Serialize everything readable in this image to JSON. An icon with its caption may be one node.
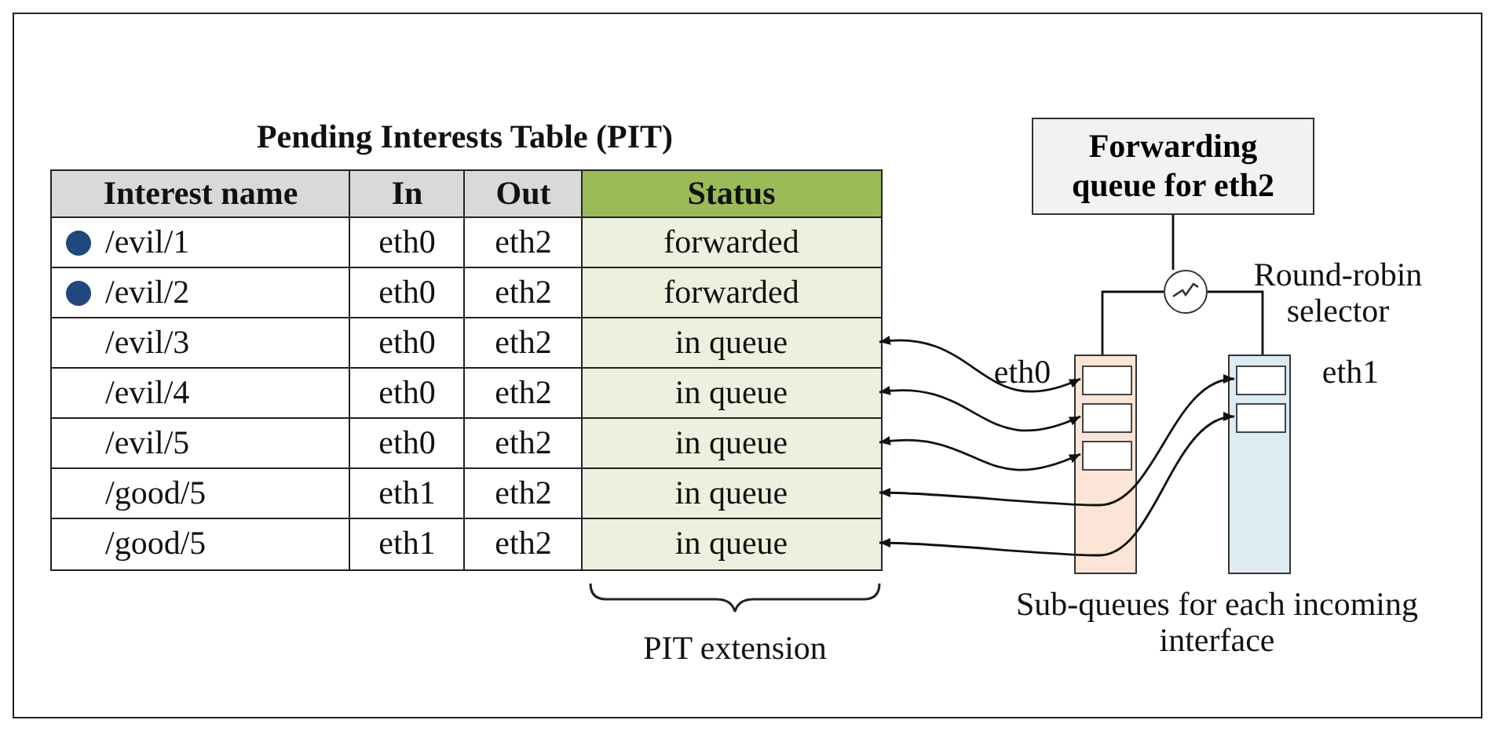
{
  "diagram": {
    "nodes": [
      {
        "text": [
          "in queue"
        ]
      },
      {
        "text": [
          "in queue"
        ]
      },
      {
        "text": [
          "in queue"
        ]
      },
      {
        "text": [
          "in queue"
        ]
      },
      {
        "text": [
          "in queue"
        ]
      },
      {
        "text": [
          "Forwarding queue for eth2"
        ]
      },
      {
        "text": [],
        "shape": "circle",
        "beside": [
          "Round-robin selector"
        ]
      },
      {
        "text": [],
        "shape": "bar",
        "beside": [
          "eth0"
        ]
      },
      {
        "text": [],
        "shape": "box",
        "in": 7
      },
      {
        "text": [],
        "shape": "box",
        "in": 7
      },
      {
        "text": [],
        "shape": "box",
        "in": 7
      },
      {
        "text": [],
        "shape": "bar",
        "beside": [
          "eth1"
        ]
      },
      {
        "text": [],
        "shape": "box",
        "in": 11
      },
      {
        "text": [],
        "shape": "box",
        "in": 11
      }
    ],
    "edges": [
      {
        "from": 5,
        "to": 6,
        "arrow": "none"
      },
      {
        "from": 6,
        "to": 7,
        "arrow": "none"
      },
      {
        "from": 6,
        "to": 11,
        "arrow": "none"
      },
      {
        "from": 8,
        "to": 0,
        "arrow": "both"
      },
      {
        "from": 9,
        "to": 1,
        "arrow": "both"
      },
      {
        "from": 10,
        "to": 2,
        "arrow": "both"
      },
      {
        "from": 12,
        "to": 3,
        "arrow": "both"
      },
      {
        "from": 13,
        "to": 4,
        "arrow": "both"
      }
    ],
    "labels": [
      "Pending Interests Table (PIT)",
      "Interest name",
      "In",
      "Out",
      "Status",
      "/evil/1",
      "eth0",
      "eth2",
      "forwarded",
      "/evil/2",
      "eth0",
      "eth2",
      "forwarded",
      "/evil/3",
      "eth0",
      "eth2",
      "/evil/4",
      "eth0",
      "eth2",
      "/evil/5",
      "eth0",
      "eth2",
      "/good/5",
      "eth1",
      "eth2",
      "/good/5",
      "eth1",
      "eth2",
      "PIT extension",
      "Sub-queues for each incoming interface"
    ]
  }
}
